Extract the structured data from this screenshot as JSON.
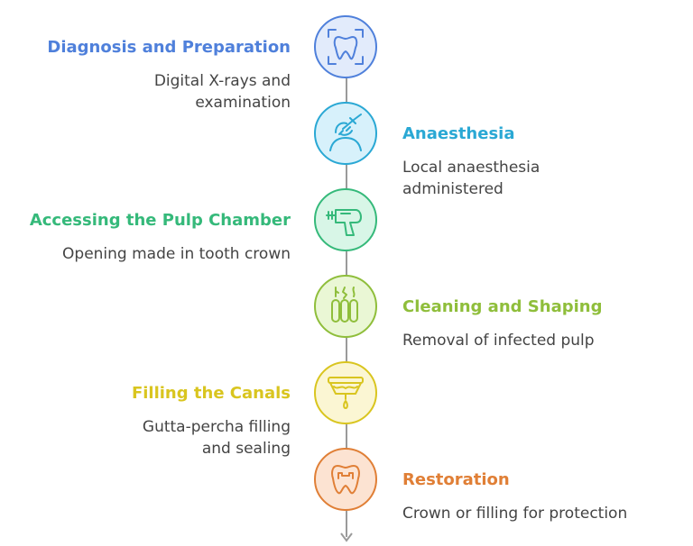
{
  "steps": [
    {
      "title": "Diagnosis and Preparation",
      "desc": "Digital X-rays and examination",
      "color": "#4f80db",
      "fill": "#e2ebfb",
      "icon": "tooth-scan-icon"
    },
    {
      "title": "Anaesthesia",
      "desc": "Local anaesthesia administered",
      "color": "#2aa8d4",
      "fill": "#d7f1fb",
      "icon": "anaesthesia-syringe-icon"
    },
    {
      "title": "Accessing the Pulp Chamber",
      "desc": "Opening made in tooth crown",
      "color": "#35b97a",
      "fill": "#d8f6e7",
      "icon": "dental-drill-icon"
    },
    {
      "title": "Cleaning and Shaping",
      "desc": "Removal of infected pulp",
      "color": "#8fbe3b",
      "fill": "#eaf7d5",
      "icon": "dental-files-icon"
    },
    {
      "title": "Filling the Canals",
      "desc": "Gutta-percha filling and sealing",
      "color": "#d9c51f",
      "fill": "#fbf6d3",
      "icon": "filling-dispenser-icon"
    },
    {
      "title": "Restoration",
      "desc": "Crown or filling for protection",
      "color": "#e07f36",
      "fill": "#fce3d2",
      "icon": "crowned-tooth-icon"
    }
  ]
}
